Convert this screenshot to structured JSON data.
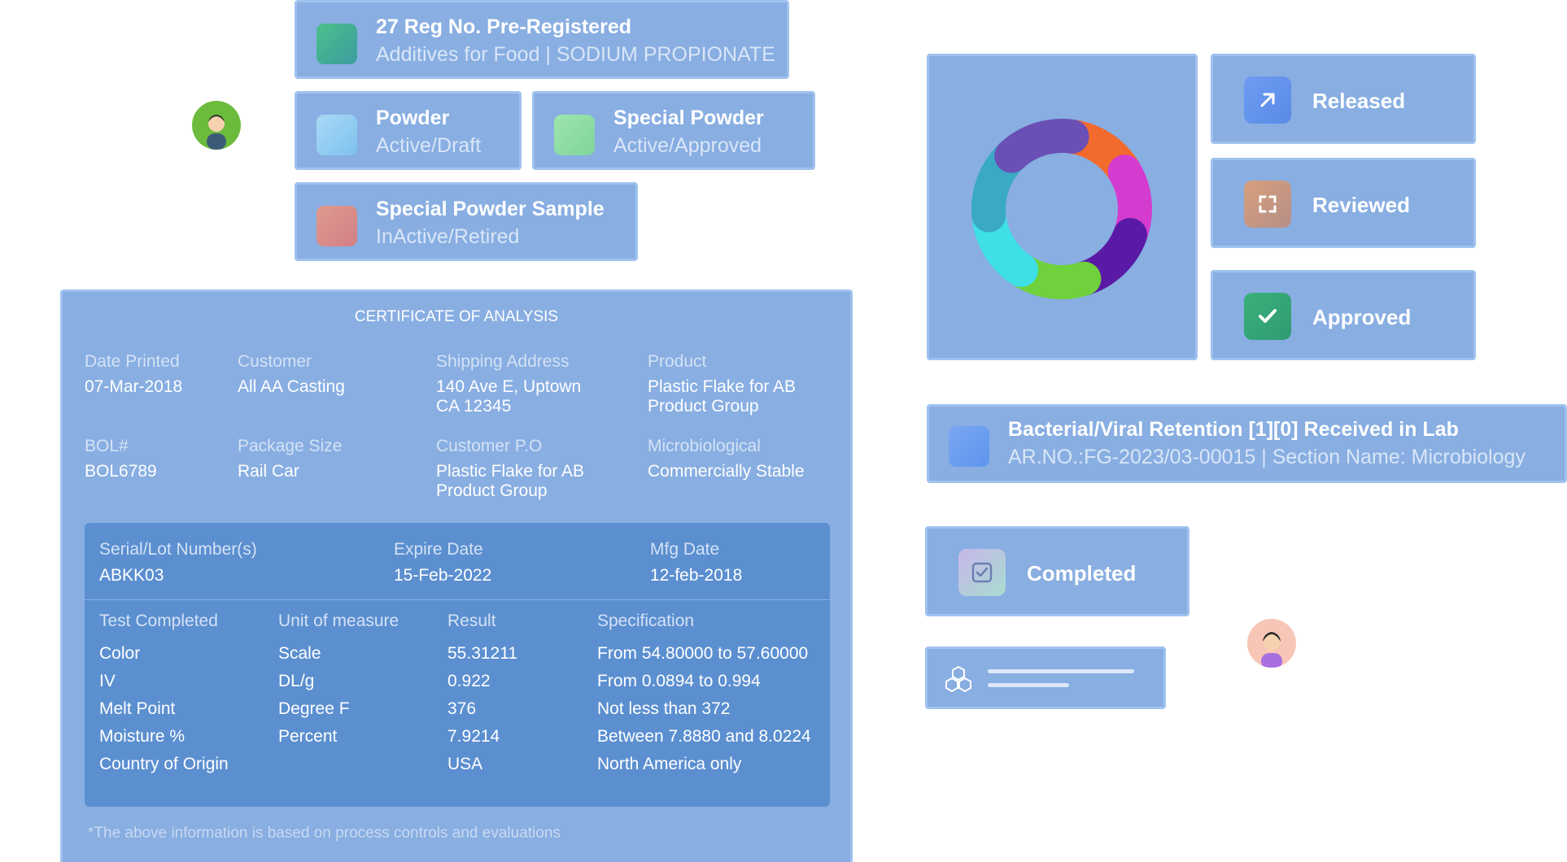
{
  "reg_card": {
    "title": "27 Reg No. Pre-Registered",
    "subtitle": "Additives for Food | SODIUM PROPIONATE",
    "color": "#3fb08a"
  },
  "product_cards": [
    {
      "title": "Powder",
      "subtitle": "Active/Draft",
      "color": "#8fd0f2"
    },
    {
      "title": "Special Powder",
      "subtitle": "Active/Approved",
      "color": "#8ee0a4"
    },
    {
      "title": "Special Powder Sample",
      "subtitle": "InActive/Retired",
      "color": "#d98b86"
    }
  ],
  "status_cards": [
    {
      "label": "Released",
      "icon": "arrow-up-right-icon",
      "color": "#5b8ff0"
    },
    {
      "label": "Reviewed",
      "icon": "refresh-icon",
      "color": "#c9977a"
    },
    {
      "label": "Approved",
      "icon": "checkmark-icon",
      "color": "#37a773"
    }
  ],
  "retention": {
    "title": "Bacterial/Viral Retention [1][0] Received in Lab",
    "subtitle": "AR.NO.:FG-2023/03-00015 | Section Name: Microbiology",
    "color": "#6a9ff0"
  },
  "completed": {
    "label": "Completed",
    "icon": "check-square-icon"
  },
  "certificate": {
    "title": "CERTIFICATE OF ANALYSIS",
    "fields": [
      {
        "label": "Date Printed",
        "value": "07-Mar-2018"
      },
      {
        "label": "Customer",
        "value": "All AA Casting"
      },
      {
        "label": "Shipping Address",
        "value": "140 Ave E, Uptown\nCA 12345"
      },
      {
        "label": "Product",
        "value": "Plastic Flake for AB\nProduct Group"
      },
      {
        "label": "BOL#",
        "value": "BOL6789"
      },
      {
        "label": "Package Size",
        "value": "Rail Car"
      },
      {
        "label": "Customer P.O",
        "value": "Plastic Flake for AB\nProduct Group"
      },
      {
        "label": "Microbiological",
        "value": "Commercially Stable"
      }
    ],
    "lot": [
      {
        "label": "Serial/Lot Number(s)",
        "value": "ABKK03"
      },
      {
        "label": "Expire Date",
        "value": "15-Feb-2022"
      },
      {
        "label": "Mfg Date",
        "value": "12-feb-2018"
      }
    ],
    "columns": [
      "Test Completed",
      "Unit of measure",
      "Result",
      "Specification"
    ],
    "rows": [
      [
        "Color",
        "Scale",
        "55.31211",
        "From 54.80000 to 57.60000"
      ],
      [
        "IV",
        "DL/g",
        "0.922",
        "From 0.0894 to 0.994"
      ],
      [
        "Melt Point",
        "Degree F",
        "376",
        "Not less than 372"
      ],
      [
        "Moisture %",
        "Percent",
        "7.9214",
        "Between 7.8880 and 8.0224"
      ],
      [
        "Country of Origin",
        "",
        "USA",
        "North America only"
      ]
    ],
    "footnote": "*The above information is based on process controls and evaluations"
  },
  "donut_colors": [
    "#f26a2c",
    "#d43ccf",
    "#5a1aa6",
    "#6fd13b",
    "#3ee0e6",
    "#3aa9c4",
    "#6a4fb5"
  ]
}
